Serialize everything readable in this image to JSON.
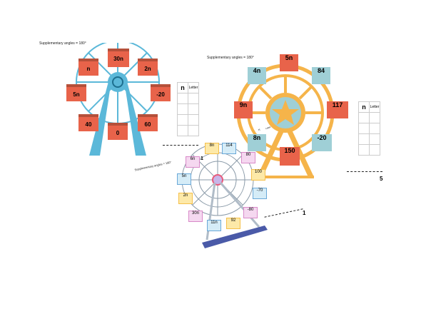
{
  "wheel1": {
    "caption": "Supplementary angles = 180°",
    "gondolas": [
      "30n",
      "2n",
      "-20",
      "60",
      "0",
      "40",
      "5n",
      "n"
    ],
    "colors": {
      "frame": "#5bb8d9",
      "gondola": "#e8634a",
      "roof": "#b5503a"
    }
  },
  "table1": {
    "headers": [
      "n",
      "Letter"
    ],
    "rows": 4
  },
  "wheel2": {
    "caption": "Supplementary angles = 180°",
    "gondolas": [
      "5n",
      "84",
      "117",
      "-20",
      "150",
      "8n",
      "9n",
      "4n"
    ],
    "inner_label_n": "n",
    "inner_label_letter": "Letter",
    "colors": {
      "frame": "#f5b44a",
      "gondola_red": "#e8634a",
      "gondola_blue": "#9fcfd6"
    }
  },
  "table2": {
    "headers": [
      "n",
      "Letter"
    ],
    "rows": 4
  },
  "wheel2_answer": {
    "blank": "_ _ _ _",
    "number": "5"
  },
  "wheel3": {
    "caption": "Supplementary angles = 180°",
    "gondolas": [
      "8n",
      "114",
      "80",
      "100",
      "-70",
      "-80",
      "92",
      "11n",
      "30n",
      "2n",
      "5n",
      "6n"
    ],
    "colors": {
      "frame": "#8a9aa8",
      "hub": "#e85a7a",
      "base": "#4a5aa8"
    }
  },
  "wheel3_answer": {
    "blank": "_ _ _ _",
    "number": "1"
  },
  "wheel3_tag_number": "1"
}
